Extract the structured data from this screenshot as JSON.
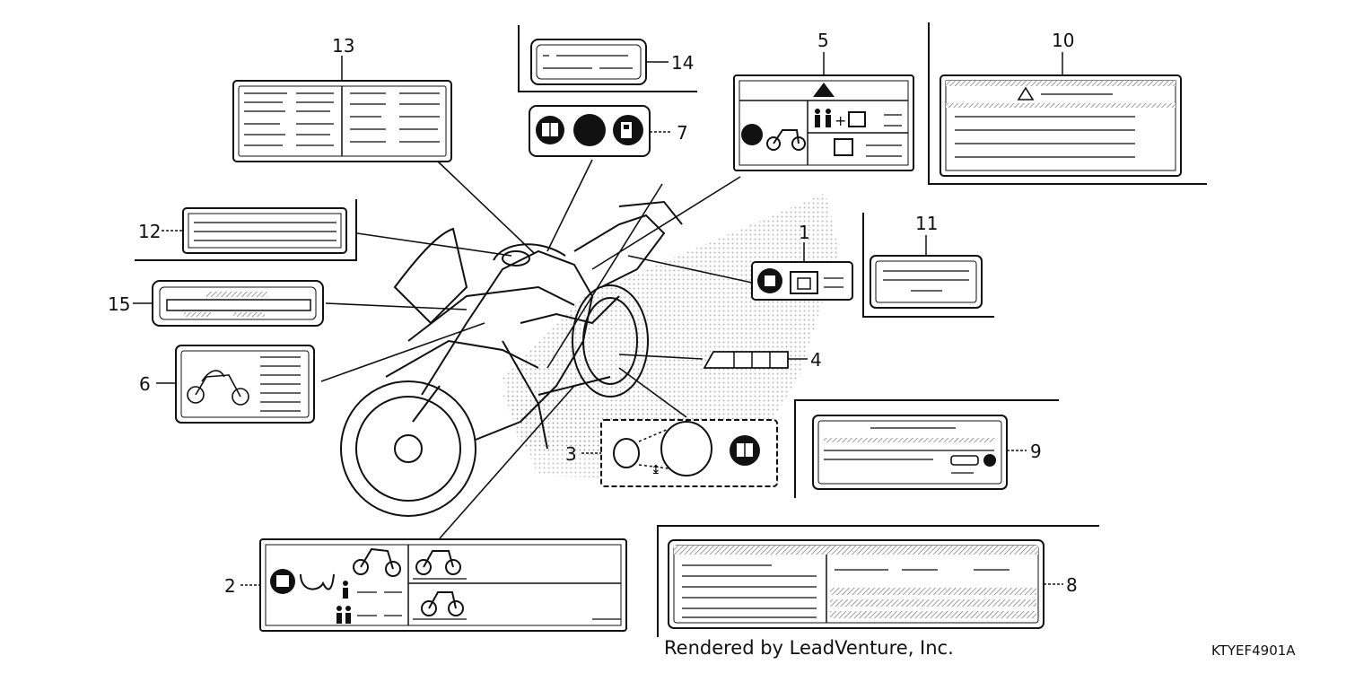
{
  "callouts": {
    "c1": "1",
    "c2": "2",
    "c3": "3",
    "c4": "4",
    "c5": "5",
    "c6": "6",
    "c7": "7",
    "c8": "8",
    "c9": "9",
    "c10": "10",
    "c11": "11",
    "c12": "12",
    "c13": "13",
    "c14": "14",
    "c15": "15"
  },
  "footer": {
    "credit": "Rendered by LeadVenture, Inc.",
    "diagram_code": "KTYEF4901A"
  },
  "colors": {
    "line": "#111111",
    "hatch": "#888888"
  }
}
